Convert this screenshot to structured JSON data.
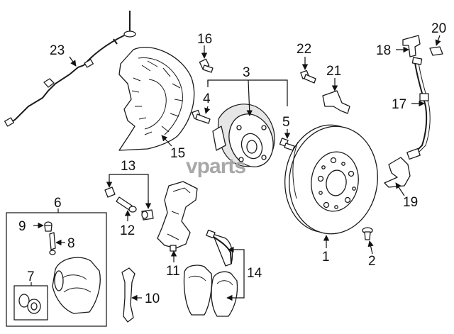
{
  "watermark": "vparts",
  "callouts": [
    {
      "id": "c1",
      "text": "1"
    },
    {
      "id": "c2",
      "text": "2"
    },
    {
      "id": "c3",
      "text": "3"
    },
    {
      "id": "c4",
      "text": "4"
    },
    {
      "id": "c5",
      "text": "5"
    },
    {
      "id": "c6",
      "text": "6"
    },
    {
      "id": "c7",
      "text": "7"
    },
    {
      "id": "c8",
      "text": "8"
    },
    {
      "id": "c9",
      "text": "9"
    },
    {
      "id": "c10",
      "text": "10"
    },
    {
      "id": "c11",
      "text": "11"
    },
    {
      "id": "c12",
      "text": "12"
    },
    {
      "id": "c13",
      "text": "13"
    },
    {
      "id": "c14",
      "text": "14"
    },
    {
      "id": "c15",
      "text": "15"
    },
    {
      "id": "c16",
      "text": "16"
    },
    {
      "id": "c17",
      "text": "17"
    },
    {
      "id": "c18",
      "text": "18"
    },
    {
      "id": "c19",
      "text": "19"
    },
    {
      "id": "c20",
      "text": "20"
    },
    {
      "id": "c21",
      "text": "21"
    },
    {
      "id": "c22",
      "text": "22"
    },
    {
      "id": "c23",
      "text": "23"
    }
  ]
}
